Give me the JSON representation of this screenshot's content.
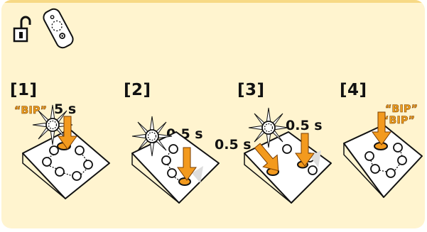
{
  "steps": [
    {
      "label": "[1]",
      "bip": "“BIP”",
      "time": "5 s"
    },
    {
      "label": "[2]",
      "time": "0.5 s"
    },
    {
      "label": "[3]",
      "time_left": "0.5 s",
      "time_right": "0.5 s"
    },
    {
      "label": "[4]",
      "bip_1": "“BIP”",
      "bip_2": "“BIP”"
    }
  ],
  "colors": {
    "panel": "#fff4cf",
    "arrow": "#f39a1e",
    "accent_text": "#f3a21c"
  },
  "icons": [
    "unlock-icon",
    "remote-control-icon",
    "flash-icon",
    "press-arrow-icon"
  ]
}
